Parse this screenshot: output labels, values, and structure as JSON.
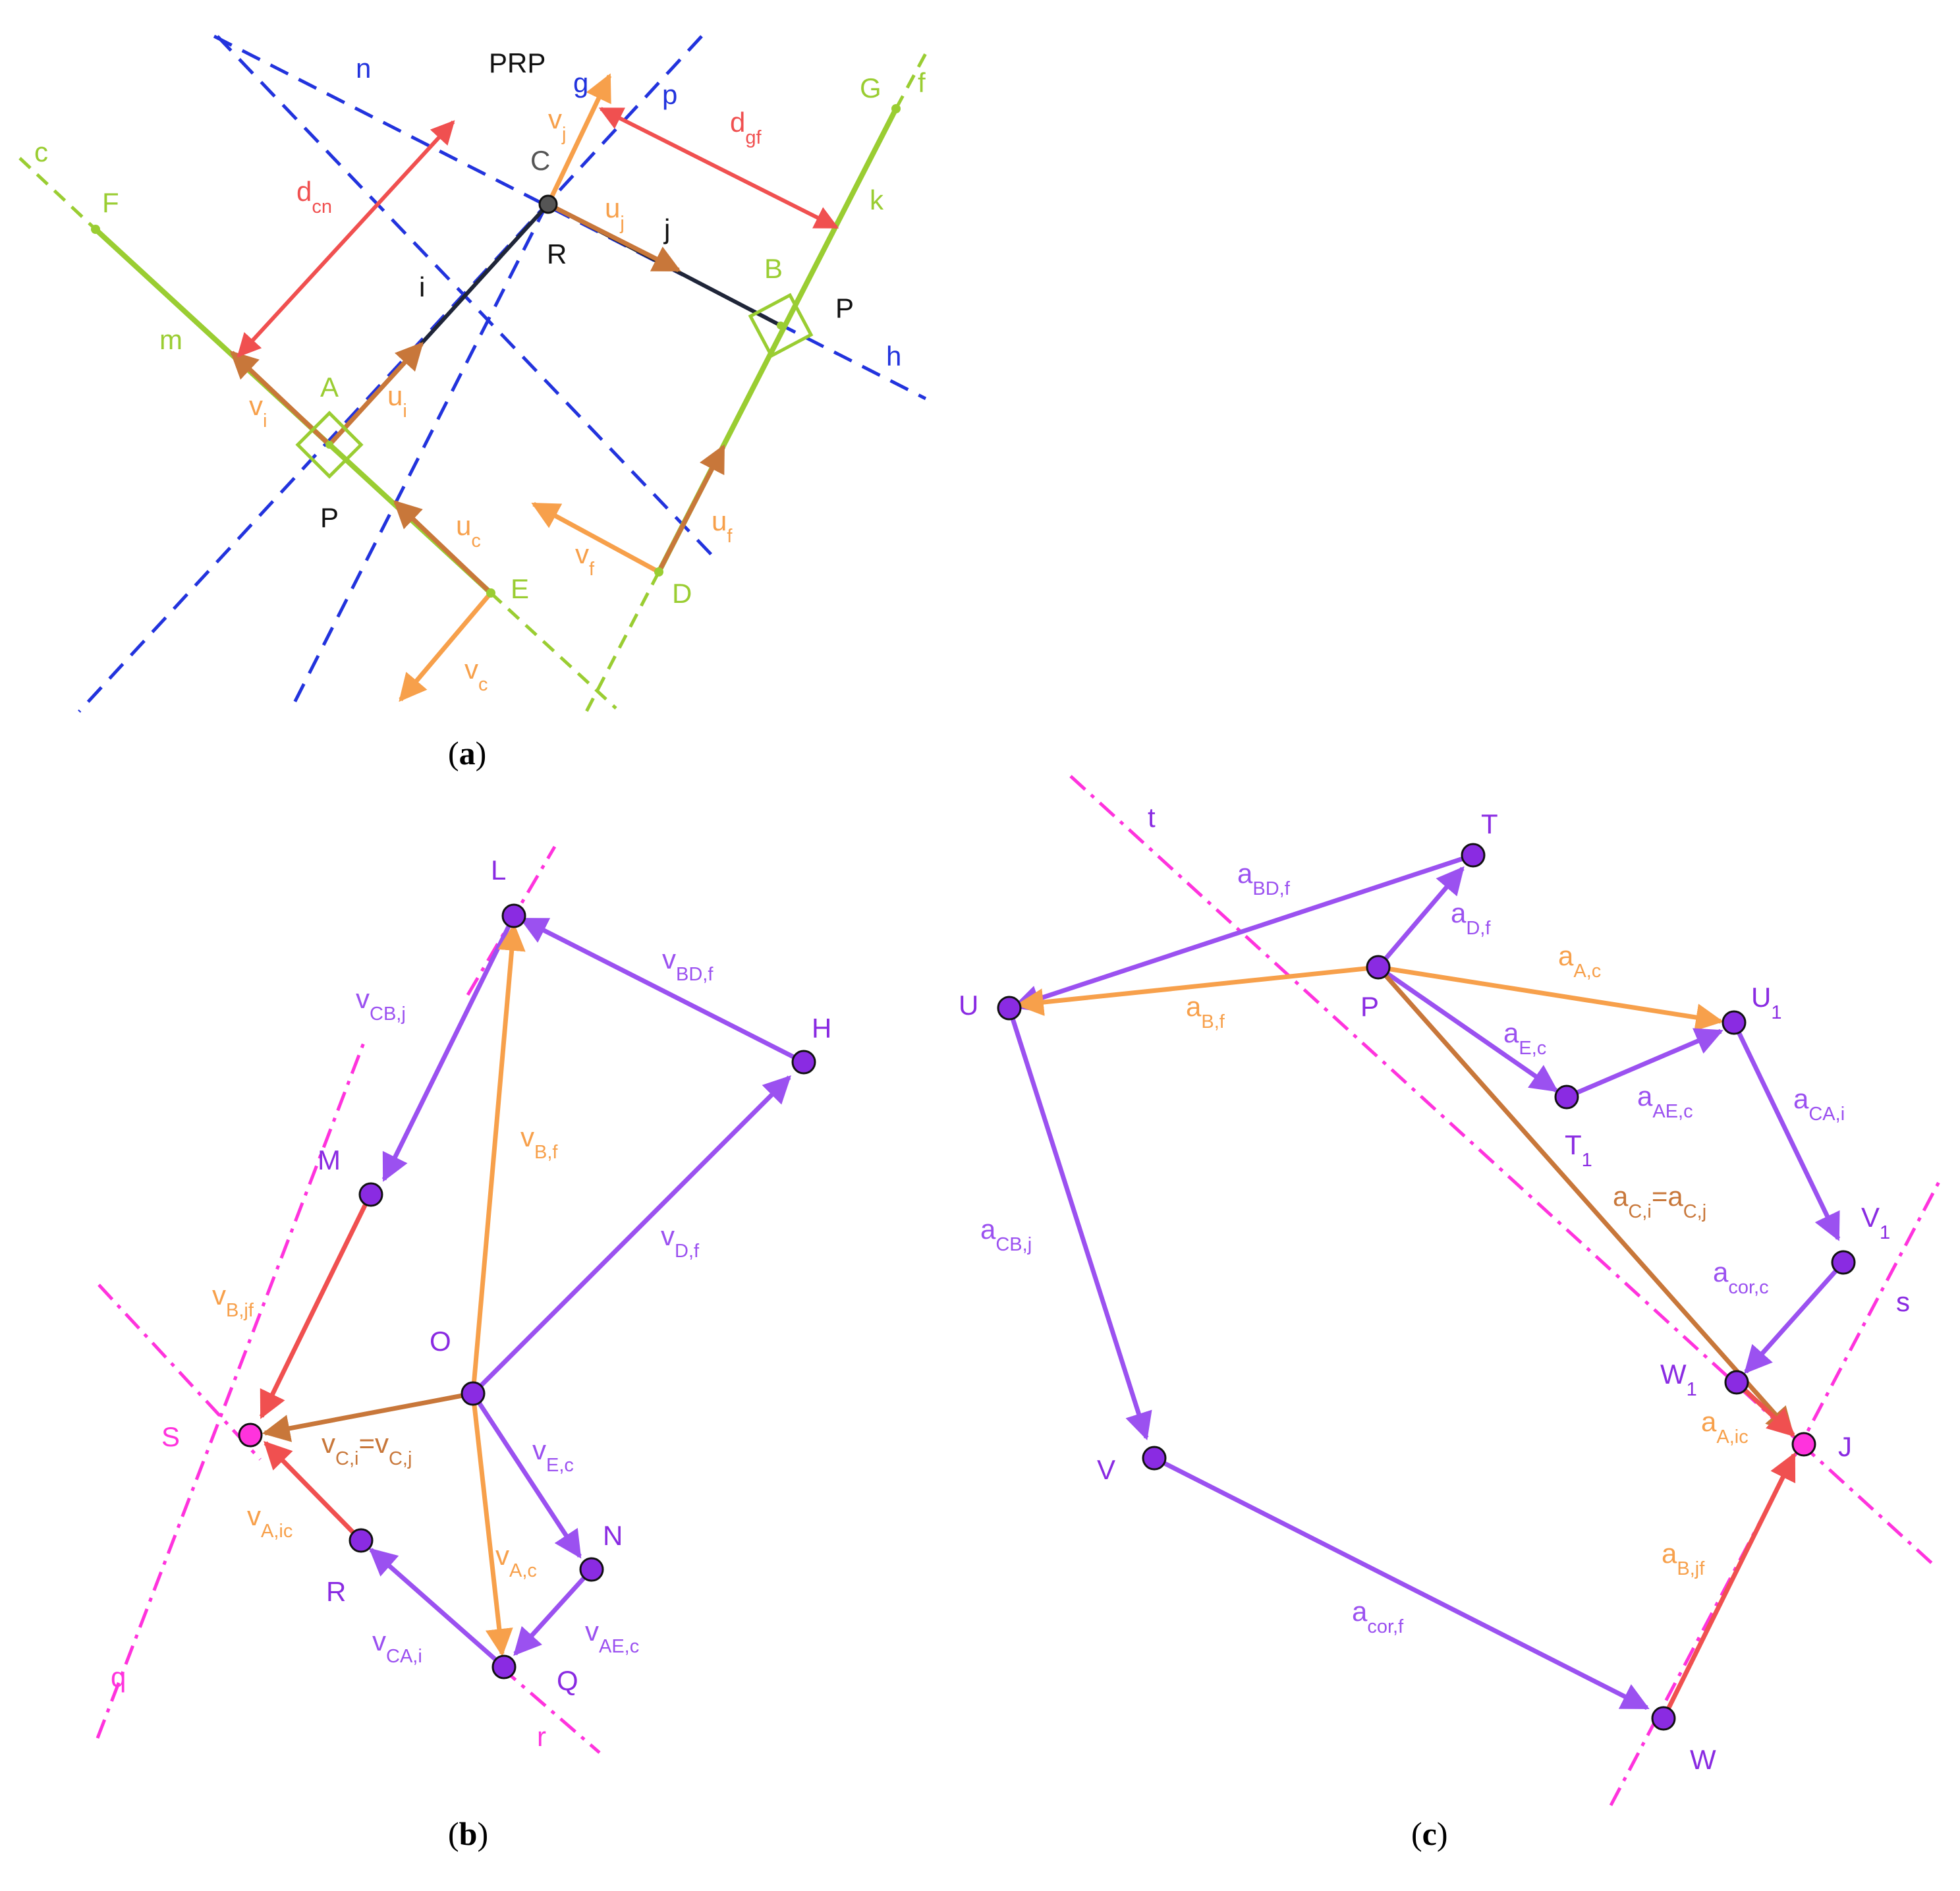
{
  "colors": {
    "blue": "#2233dd",
    "green": "#9acd32",
    "orange": "#f7a04b",
    "brown": "#c8773a",
    "red": "#f05050",
    "purple": "#9b51f0",
    "magenta": "#ff33dd",
    "point_purple": "#8a2be2",
    "dark": "#1f2538",
    "black": "#111111",
    "grey": "#555555"
  },
  "captions": {
    "a": {
      "open": "(",
      "letter": "a",
      "close": ")"
    },
    "b": {
      "open": "(",
      "letter": "b",
      "close": ")"
    },
    "c": {
      "open": "(",
      "letter": "c",
      "close": ")"
    }
  },
  "panel_a": {
    "title": "PRP",
    "lines": {
      "n": "n",
      "p": "p",
      "h": "h",
      "c": "c",
      "f": "f",
      "g": "g",
      "i": "i",
      "j": "j",
      "k": "k",
      "m": "m"
    },
    "points": {
      "A": "A",
      "B": "B",
      "C": "C",
      "R": "R",
      "D": "D",
      "E": "E",
      "F": "F",
      "G": "G",
      "P_left": "P",
      "P_right": "P"
    },
    "vectors": {
      "d_cn": {
        "base": "d",
        "sub": "cn"
      },
      "d_gf": {
        "base": "d",
        "sub": "gf"
      },
      "v_j": {
        "base": "v",
        "sub": "j"
      },
      "u_j": {
        "base": "u",
        "sub": "j"
      },
      "v_i": {
        "base": "v",
        "sub": "i"
      },
      "u_i": {
        "base": "u",
        "sub": "i"
      },
      "u_c": {
        "base": "u",
        "sub": "c"
      },
      "v_f": {
        "base": "v",
        "sub": "f"
      },
      "u_f": {
        "base": "u",
        "sub": "f"
      },
      "v_c": {
        "base": "v",
        "sub": "c"
      }
    }
  },
  "panel_b": {
    "points": {
      "L": "L",
      "H": "H",
      "M": "M",
      "O": "O",
      "S": "S",
      "N": "N",
      "R": "R",
      "Q": "Q"
    },
    "lines": {
      "q": "q",
      "r": "r"
    },
    "vectors": {
      "v_BD_f": {
        "base": "v",
        "sub": "BD,f"
      },
      "v_CB_j": {
        "base": "v",
        "sub": "CB,j"
      },
      "v_B_f": {
        "base": "v",
        "sub": "B,f"
      },
      "v_D_f": {
        "base": "v",
        "sub": "D,f"
      },
      "v_B_jf": {
        "base": "v",
        "sub": "B,jf"
      },
      "v_C_i": {
        "base": "v",
        "sub": "C,i"
      },
      "eq": "=",
      "v_C_j": {
        "base": "v",
        "sub": "C,j"
      },
      "v_E_c": {
        "base": "v",
        "sub": "E,c"
      },
      "v_A_ic": {
        "base": "v",
        "sub": "A,ic"
      },
      "v_A_c": {
        "base": "v",
        "sub": "A,c"
      },
      "v_AE_c": {
        "base": "v",
        "sub": "AE,c"
      },
      "v_CA_i": {
        "base": "v",
        "sub": "CA,i"
      }
    }
  },
  "panel_c": {
    "points": {
      "T": "T",
      "P": "P",
      "U": "U",
      "U1": {
        "base": "U",
        "sub": "1"
      },
      "T1": {
        "base": "T",
        "sub": "1"
      },
      "V1": {
        "base": "V",
        "sub": "1"
      },
      "W1": {
        "base": "W",
        "sub": "1"
      },
      "J": "J",
      "V": "V",
      "W": "W"
    },
    "lines": {
      "t": "t",
      "s": "s"
    },
    "vectors": {
      "a_BD_f": {
        "base": "a",
        "sub": "BD,f"
      },
      "a_D_f": {
        "base": "a",
        "sub": "D,f"
      },
      "a_A_c": {
        "base": "a",
        "sub": "A,c"
      },
      "a_B_f": {
        "base": "a",
        "sub": "B,f"
      },
      "a_E_c": {
        "base": "a",
        "sub": "E,c"
      },
      "a_AE_c": {
        "base": "a",
        "sub": "AE,c"
      },
      "a_CA_i": {
        "base": "a",
        "sub": "CA,i"
      },
      "a_C_i": {
        "base": "a",
        "sub": "C,i"
      },
      "eq": "=",
      "a_C_j": {
        "base": "a",
        "sub": "C,j"
      },
      "a_CB_j": {
        "base": "a",
        "sub": "CB,j"
      },
      "a_cor_c": {
        "base": "a",
        "sub": "cor,c"
      },
      "a_A_ic": {
        "base": "a",
        "sub": "A,ic"
      },
      "a_B_jf": {
        "base": "a",
        "sub": "B,jf"
      },
      "a_cor_f": {
        "base": "a",
        "sub": "cor,f"
      }
    }
  }
}
